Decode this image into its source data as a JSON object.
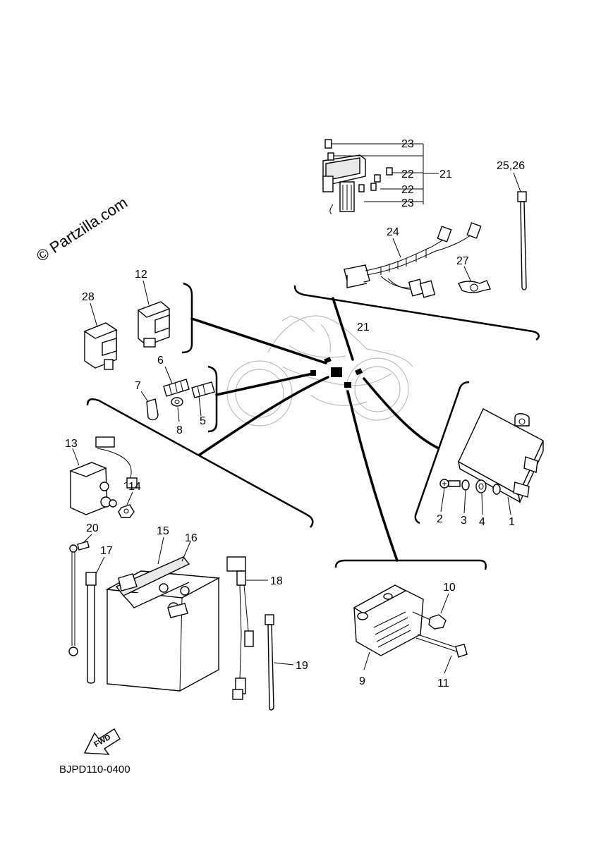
{
  "watermark": "© Partzilla.com",
  "diagram_code": "BJPD110-0400",
  "fwd_label": "FWD",
  "callouts": {
    "c1": "1",
    "c2": "2",
    "c3": "3",
    "c4": "4",
    "c5": "5",
    "c6": "6",
    "c7": "7",
    "c8": "8",
    "c9": "9",
    "c10": "10",
    "c11": "11",
    "c12": "12",
    "c13": "13",
    "c14": "14",
    "c15": "15",
    "c16": "16",
    "c17": "17",
    "c18": "18",
    "c19": "19",
    "c20": "20",
    "c21": "21",
    "c21b": "21",
    "c22a": "22",
    "c22b": "22",
    "c23a": "23",
    "c23b": "23",
    "c24": "24",
    "c2526": "25,26",
    "c27": "27",
    "c28": "28"
  }
}
